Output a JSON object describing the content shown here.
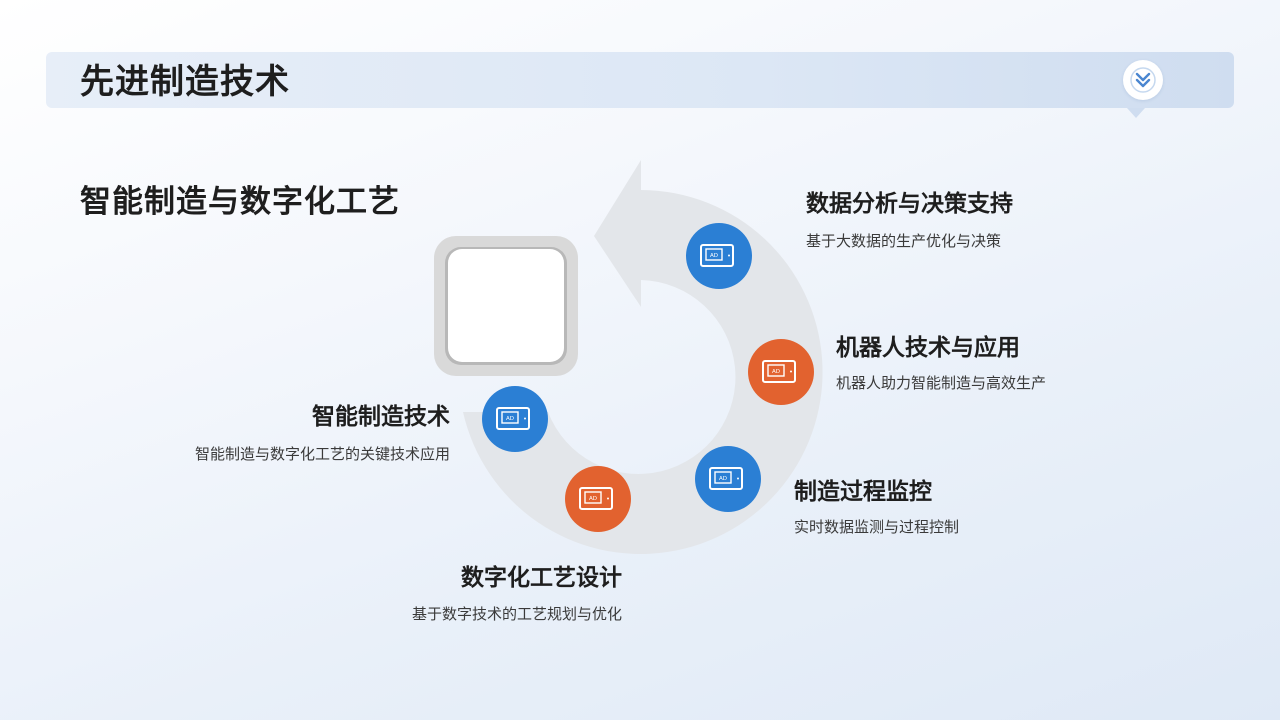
{
  "header": {
    "title": "先进制造技术",
    "expand_icon": "double-chevron-down-icon"
  },
  "section": {
    "title": "智能制造与数字化工艺"
  },
  "colors": {
    "blue": "#2b7fd4",
    "orange": "#e2622f",
    "arrow": "#e3e6ea"
  },
  "steps": [
    {
      "title": "数据分析与决策支持",
      "desc": "基于大数据的生产优化与决策",
      "color": "blue",
      "icon": "tablet-ad-icon"
    },
    {
      "title": "机器人技术与应用",
      "desc": "机器人助力智能制造与高效生产",
      "color": "orange",
      "icon": "tablet-ad-icon"
    },
    {
      "title": "制造过程监控",
      "desc": "实时数据监测与过程控制",
      "color": "blue",
      "icon": "tablet-ad-icon"
    },
    {
      "title": "数字化工艺设计",
      "desc": "基于数字技术的工艺规划与优化",
      "color": "orange",
      "icon": "tablet-ad-icon"
    },
    {
      "title": "智能制造技术",
      "desc": "智能制造与数字化工艺的关键技术应用",
      "color": "blue",
      "icon": "tablet-ad-icon"
    }
  ],
  "icon_text": "AD"
}
